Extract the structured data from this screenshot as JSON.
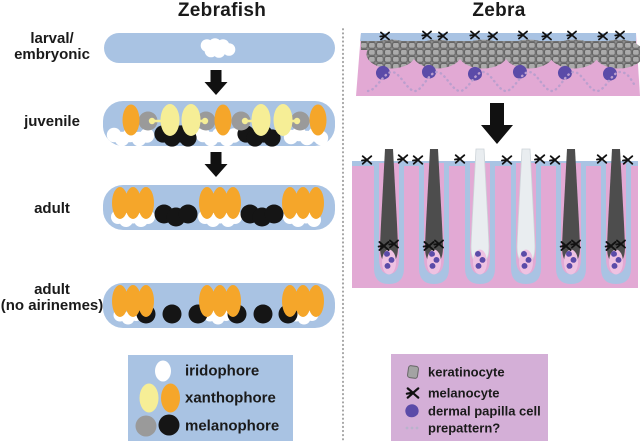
{
  "titles": {
    "zebrafish": "Zebrafish",
    "zebra": "Zebra"
  },
  "stages": {
    "larval": {
      "line1": "larval/",
      "line2": "embryonic"
    },
    "juvenile": {
      "label": "juvenile"
    },
    "adult": {
      "label": "adult"
    },
    "adult_no_airinemes": {
      "line1": "adult",
      "line2": "(no airinemes)"
    }
  },
  "legend_zebrafish": {
    "items": [
      {
        "label": "iridophore",
        "icon": "white-oval-icon"
      },
      {
        "label": "xanthophore",
        "icon": "yellow-orange-oval-icon"
      },
      {
        "label": "melanophore",
        "icon": "gray-black-circle-icon"
      }
    ]
  },
  "legend_zebra": {
    "items": [
      {
        "label": "keratinocyte",
        "icon": "gray-square-icon"
      },
      {
        "label": "melanocyte",
        "icon": "black-dendritic-x-icon"
      },
      {
        "label": "dermal papilla cell",
        "icon": "purple-crescent-icon"
      },
      {
        "label": "prepattern?",
        "icon": "dotted-line-icon"
      }
    ]
  },
  "colors": {
    "bar-blue": "#a9c3e3",
    "orange": "#f5a62a",
    "pale-yellow": "#f6ee96",
    "cell-gray": "#9a9a9a",
    "cell-black": "#151515",
    "cell-white": "#ffffff",
    "skin-pink": "#e2a9d4",
    "legend-pink": "#d4afd7",
    "papilla-pink": "#eec2e2",
    "purple": "#5b4ba8",
    "hair-dark": "#4d4d4d",
    "hair-light": "#e9edf0",
    "hair-light-edge": "#ccd3d8",
    "prepattern": "#bb9fce",
    "divider": "#999999",
    "arrow": "#111111",
    "text": "#1a1a1a"
  }
}
